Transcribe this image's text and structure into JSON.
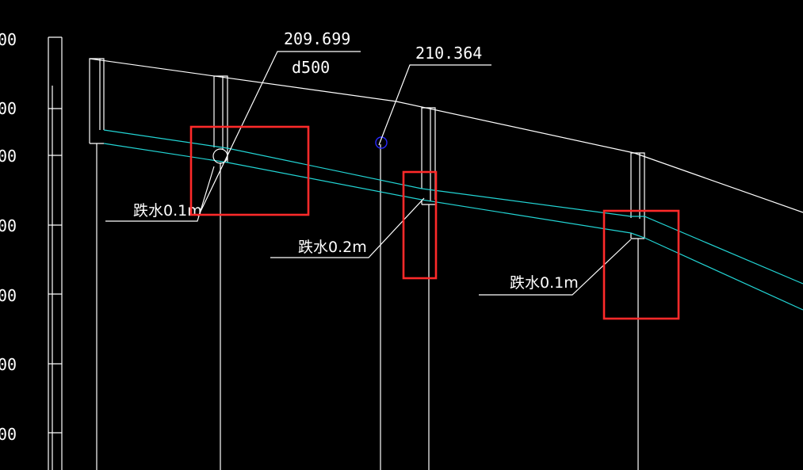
{
  "ruler": {
    "labels": [
      "00",
      "00",
      "00",
      "00",
      "00",
      "00",
      "00"
    ]
  },
  "annotations": {
    "elevation_1": "209.699",
    "pipe_size": "d500",
    "elevation_2": "210.364",
    "drop_1": "跌水0.1m",
    "drop_2": "跌水0.2m",
    "drop_3": "跌水0.1m"
  },
  "colors": {
    "background": "#000000",
    "linework": "#ffffff",
    "pipe": "#22d4d4",
    "highlight": "#ff2a2a",
    "marker": "#2a2aff"
  }
}
